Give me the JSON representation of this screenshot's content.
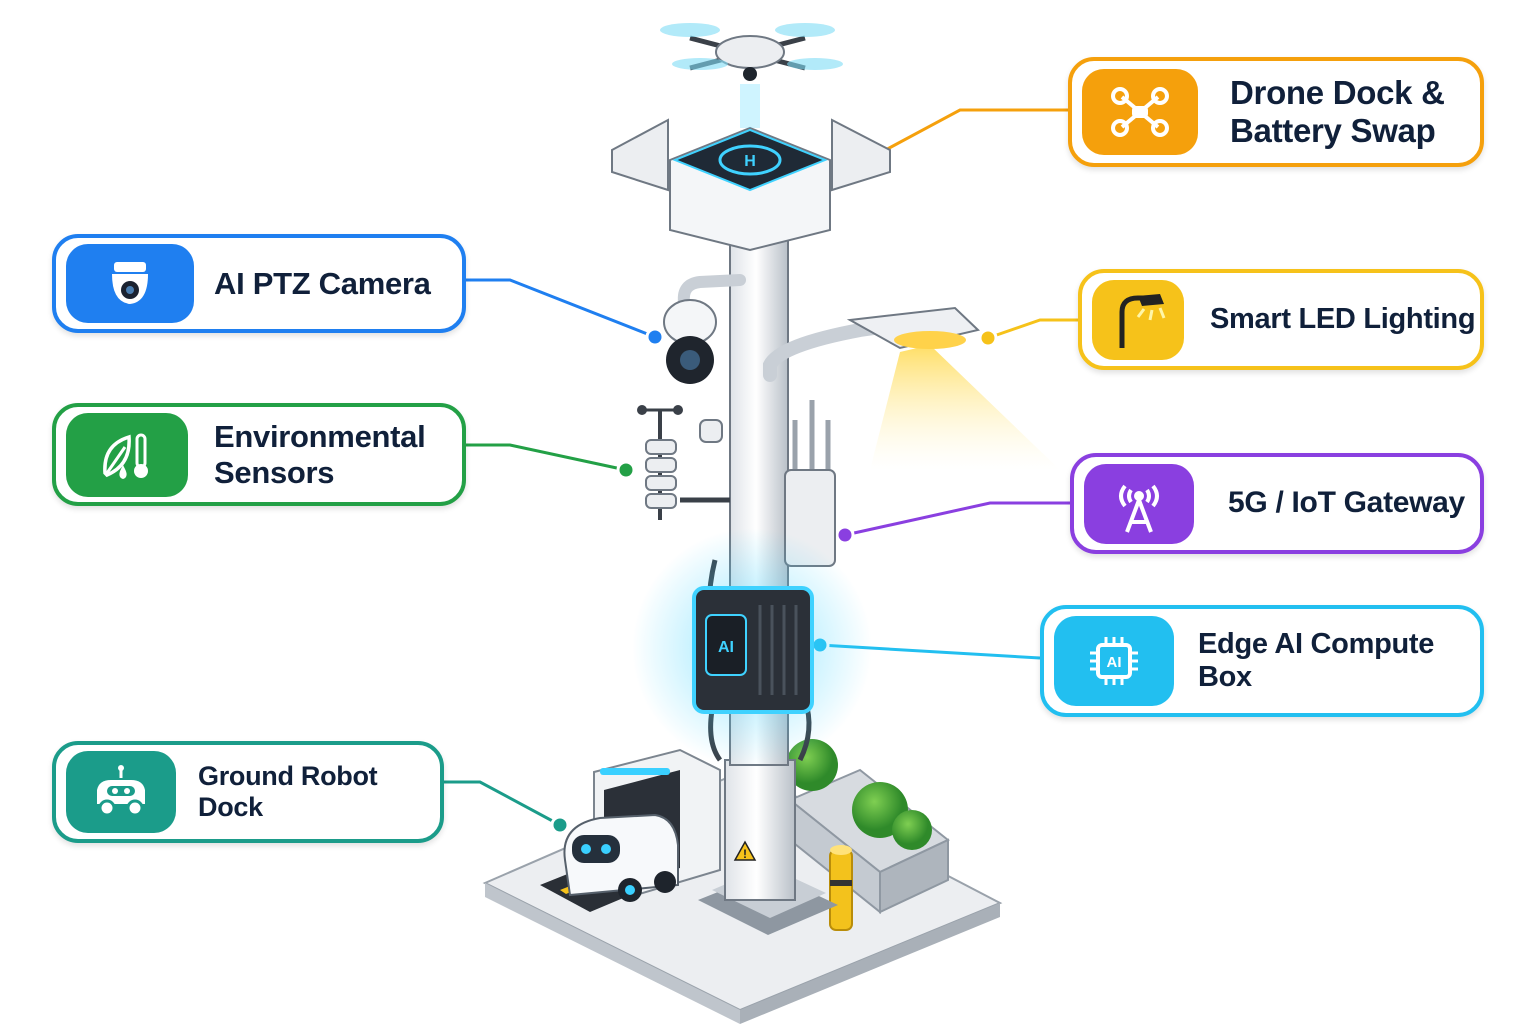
{
  "callouts": {
    "drone": {
      "label": "Drone Dock &\nBattery Swap",
      "icon": "drone-icon",
      "color": "#f5a00c"
    },
    "led": {
      "label": "Smart LED Lighting",
      "icon": "street-lamp-icon",
      "color": "#f6c21a"
    },
    "gateway": {
      "label": "5G / IoT Gateway",
      "icon": "antenna-tower-icon",
      "color": "#8a3fe0"
    },
    "edge": {
      "label": "Edge AI Compute Box",
      "icon": "ai-chip-icon",
      "color": "#22bff0"
    },
    "ptz": {
      "label": "AI PTZ Camera",
      "icon": "dome-camera-icon",
      "color": "#1f7ff0"
    },
    "env": {
      "label": "Environmental\nSensors",
      "icon": "leaf-thermometer-icon",
      "color": "#23a046"
    },
    "robot": {
      "label": "Ground Robot Dock",
      "icon": "robot-car-icon",
      "color": "#1b9c8a"
    }
  },
  "illustration": {
    "chip_text": "AI",
    "helipad_letter": "H"
  }
}
